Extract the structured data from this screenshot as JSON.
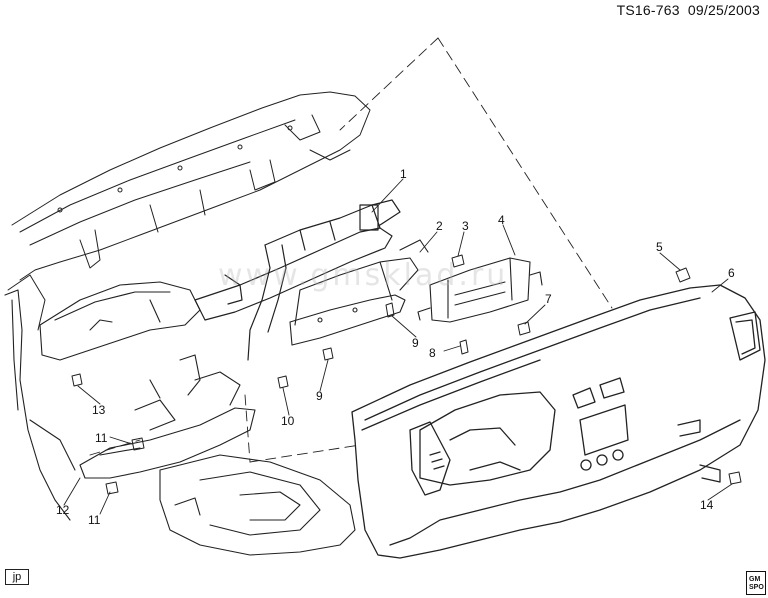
{
  "header": {
    "doc_id": "TS16-763",
    "date": "09/25/2003"
  },
  "badge_label": "jp",
  "watermark": "www.gmsklad.ru",
  "logo": {
    "line1": "GM",
    "line2": "SPO"
  },
  "callouts": [
    "1",
    "2",
    "3",
    "4",
    "5",
    "6",
    "7",
    "8",
    "9",
    "9",
    "10",
    "11",
    "11",
    "12",
    "13",
    "14"
  ],
  "colors": {
    "ink": "#111111",
    "background": "#ffffff"
  }
}
